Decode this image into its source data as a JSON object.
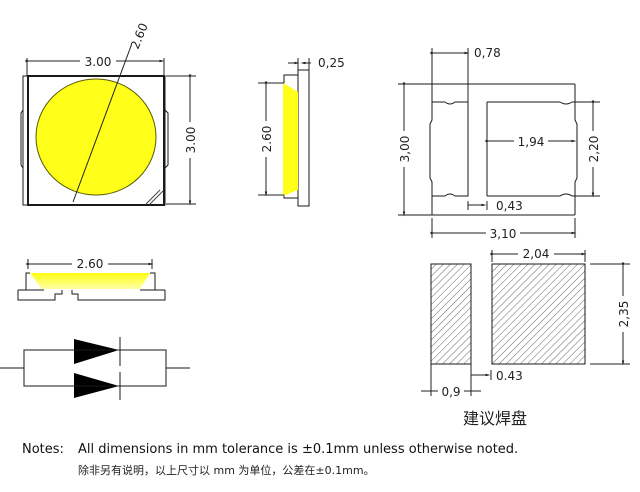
{
  "chart_data": {
    "type": "diagram",
    "title": "3030 SMD LED package outline drawing",
    "views": [
      {
        "name": "top-view",
        "labels": {
          "width": "3.00",
          "height": "3.00",
          "lens_diameter": "2.60"
        }
      },
      {
        "name": "side-view",
        "labels": {
          "lens_height": "2.60",
          "thickness": "0,25"
        }
      },
      {
        "name": "front-view",
        "labels": {
          "lens_width": "2.60"
        }
      },
      {
        "name": "bottom-view",
        "labels": {
          "left_pad_width": "0,78",
          "height": "3,00",
          "right_pad_width": "1.94",
          "right_pad_height": "2,20",
          "pad_gap": "0,43",
          "total_width": "3,10"
        }
      },
      {
        "name": "recommended-footprint",
        "labels": {
          "big_pad_width": "2,04",
          "big_pad_height": "2,35",
          "small_pad_width": "0,9",
          "gap": "0.43"
        },
        "caption": "建议焊盘"
      },
      {
        "name": "circuit-symbol",
        "elements": [
          "two parallel diodes, anode left, cathode right"
        ]
      }
    ]
  },
  "top_view": {
    "width_label": "3.00",
    "height_label": "3.00",
    "diameter_label": "2.60",
    "lens_color": "#ffff1a"
  },
  "side_view": {
    "height_label": "2.60",
    "thickness_label": "0,25"
  },
  "front_view": {
    "width_label": "2.60"
  },
  "bottom_view": {
    "left_pad_label": "0,78",
    "height_label": "3,00",
    "right_pad_width_label": "1,94",
    "right_pad_height_label": "2,20",
    "gap_label": "0,43",
    "total_width_label": "3,10"
  },
  "footprint": {
    "big_pad_width_label": "2,04",
    "big_pad_height_label": "2,35",
    "small_pad_width_label": "0,9",
    "gap_label": "0.43",
    "caption": "建议焊盘"
  },
  "notes": {
    "label": "Notes:",
    "english": "All dimensions in mm tolerance is ±0.1mm unless otherwise noted.",
    "chinese": "除非另有说明，以上尺寸以 mm 为单位，公差在±0.1mm。"
  },
  "colors": {
    "line": "#1a1a1a",
    "lens": "#ffff1a",
    "hatch": "#555555"
  }
}
